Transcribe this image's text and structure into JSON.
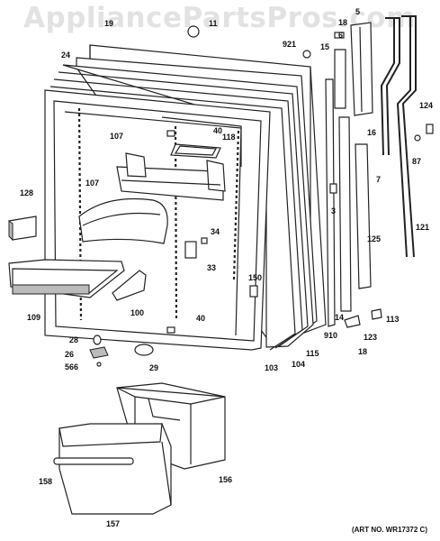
{
  "watermark": "AppliancePartsPros.com",
  "art_number": "(ART NO. WR17372 C)",
  "callouts": {
    "c5": "5",
    "c18a": "18",
    "c6": "6",
    "c921": "921",
    "c15": "15",
    "c19": "19",
    "c11": "11",
    "c24": "24",
    "c16": "16",
    "c124": "124",
    "c87": "87",
    "c7": "7",
    "c3": "3",
    "c121": "121",
    "c125": "125",
    "c40a": "40",
    "c118": "118",
    "c107a": "107",
    "c107b": "107",
    "c128": "128",
    "c34": "34",
    "c33": "33",
    "c150": "150",
    "c100": "100",
    "c109": "109",
    "c40b": "40",
    "c28": "28",
    "c26": "26",
    "c566": "566",
    "c29": "29",
    "c103": "103",
    "c104": "104",
    "c115": "115",
    "c910": "910",
    "c14": "14",
    "c113": "113",
    "c123": "123",
    "c18b": "18",
    "c158": "158",
    "c156": "156",
    "c157": "157"
  }
}
